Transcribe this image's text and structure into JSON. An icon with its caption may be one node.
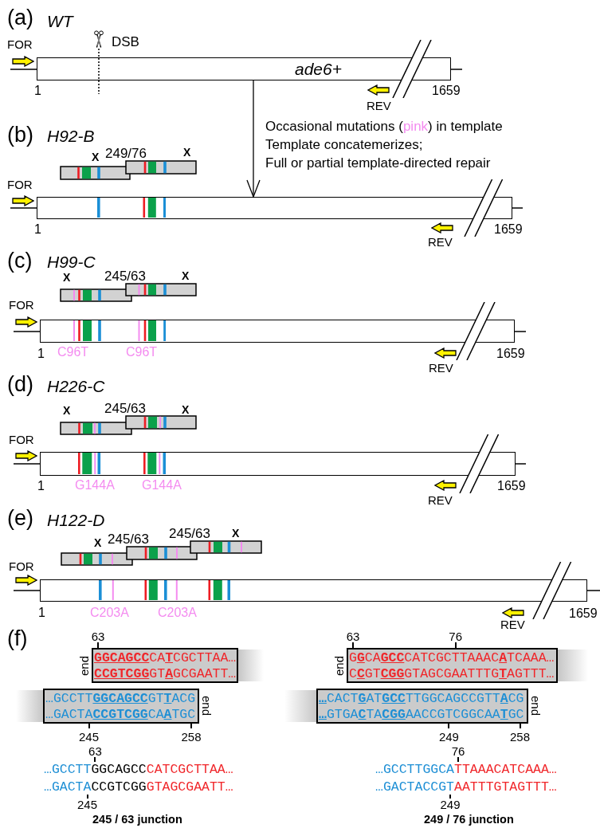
{
  "diagram": {
    "nodes": [
      {
        "text": [
          "ade6+"
        ],
        "beside": [
          "DSB",
          "1",
          "1659"
        ]
      },
      {
        "text": [],
        "shape": "box",
        "beside": [
          "1",
          "1659"
        ]
      },
      {
        "text": [],
        "shape": "box",
        "beside": [
          "1",
          "C96T",
          "C96T",
          "1659"
        ]
      },
      {
        "text": [],
        "shape": "box",
        "beside": [
          "1",
          "G144A",
          "G144A",
          "1659"
        ]
      },
      {
        "text": [],
        "shape": "box",
        "beside": [
          "1",
          "C203A",
          "C203A",
          "1659"
        ]
      },
      {
        "text": [
          "**GGCAGCC**CA**T**CGCTTAA…",
          "**CCGTCGG**GT**A**GCGAATT…"
        ],
        "beside": [
          "63",
          "end"
        ]
      },
      {
        "text": [
          "G**G**CA**GCC**CATCGCTTAAAC**A**TCAAA…",
          "C**C**GT**CGG**GTAGCGAATTTG**T**AGTTT…"
        ],
        "beside": [
          "63",
          "76",
          "end"
        ]
      },
      {
        "text": [
          "…GCCTT**GGCAGCC**GT**T**ACG",
          "…GACTA**CCGTCGG**CA**A**TGC"
        ],
        "beside": [
          "end",
          "245",
          "258"
        ]
      },
      {
        "text": [
          "**…**CACT**G**AT**GCC**TTGGCAGCCGTT**A**CG",
          "**…**GTGA**C**TA**CGG**AACCGTCGGCAA**T**GC"
        ],
        "beside": [
          "end",
          "249",
          "258"
        ]
      }
    ],
    "edges": [
      {
        "from": 0,
        "to": 1,
        "arrow": "to"
      }
    ],
    "labels": [
      "(a)",
      "WT",
      "FOR",
      "REV",
      "Occasional mutations (pink) in template",
      "Template concatemerizes;",
      "Full or partial template-directed repair",
      "(b)",
      "H92-B",
      "X",
      "249/76",
      "X",
      "FOR",
      "REV",
      "(c)",
      "H99-C",
      "X",
      "245/63",
      "X",
      "FOR",
      "REV",
      "(d)",
      "H226-C",
      "X",
      "245/63",
      "X",
      "FOR",
      "REV",
      "(e)",
      "H122-D",
      "X",
      "245/63",
      "245/63",
      "X",
      "FOR",
      "REV",
      "(f)",
      "63",
      "76",
      "…GCCTTGGCAGCCCATCGCTTAA…",
      "…GCCTTGGCATTAAACATCAAA…",
      "…GACTACCGTCGGGTAGCGAATT…",
      "…GACTACCGTAATTTGTAGTTT…",
      "245",
      "249",
      "245 / 63 junction",
      "249 / 76 junction"
    ]
  }
}
